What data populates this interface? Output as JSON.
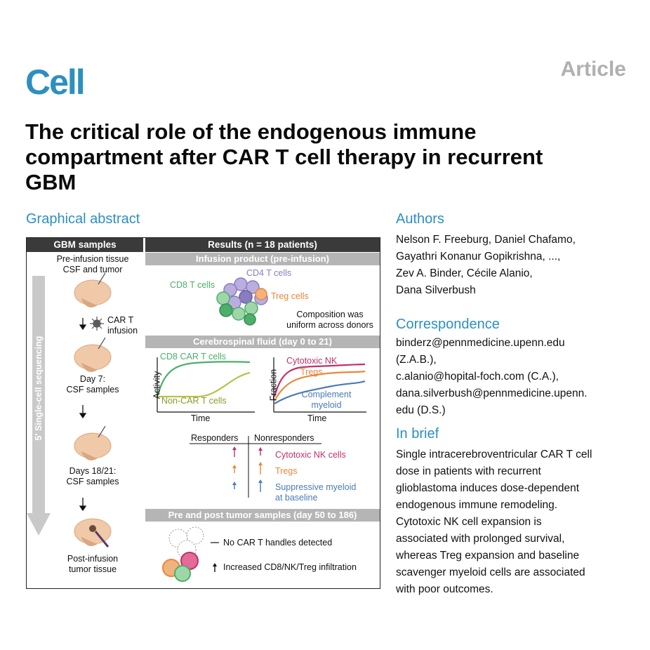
{
  "header": {
    "journal": "Cell",
    "article_type": "Article",
    "title": "The critical role of the endogenous immune compartment after CAR T cell therapy in recurrent GBM"
  },
  "graphical_abstract": {
    "heading": "Graphical abstract",
    "left_header": "GBM samples",
    "right_header": "Results (n = 18 patients)",
    "sidebar_label": "5' Single-cell sequencing",
    "steps": {
      "pre_line1": "Pre-infusion tissue",
      "pre_line2": "CSF and tumor",
      "car_line1": "CAR T",
      "car_line2": "infusion",
      "day7_line1": "Day 7:",
      "day7_line2": "CSF samples",
      "day18_line1": "Days 18/21:",
      "day18_line2": "CSF samples",
      "post_line1": "Post-infusion",
      "post_line2": "tumor tissue"
    },
    "infusion": {
      "header": "Infusion product (pre-infusion)",
      "cd4": "CD4 T cells",
      "cd8": "CD8 T cells",
      "treg": "Treg cells",
      "note_line1": "Composition was",
      "note_line2": "uniform across donors"
    },
    "csf": {
      "header": "Cerebrospinal fluid (day 0 to 21)",
      "left_plot": {
        "ylabel": "Activity",
        "xlabel": "Time",
        "series_top": "CD8 CAR T cells",
        "series_bottom": "Non-CAR T cells"
      },
      "right_plot": {
        "ylabel": "Fraction",
        "xlabel": "Time",
        "series_1": "Cytotoxic NK",
        "series_2": "Tregs",
        "series_3_line1": "Complement",
        "series_3_line2": "myeloid"
      },
      "table": {
        "col1": "Responders",
        "col2": "Nonresponders",
        "row1": "Cytotoxic NK cells",
        "row2": "Tregs",
        "row3_line1": "Suppressive myeloid",
        "row3_line2": "at baseline"
      }
    },
    "tumor": {
      "header": "Pre and post tumor samples (day 50 to 186)",
      "legend1": "No CAR T handles detected",
      "legend2": "Increased CD8/NK/Treg infiltration"
    },
    "colors": {
      "accent": "#2c8fbf",
      "cd8": "#4caf6a",
      "cd4": "#8a7cc0",
      "treg": "#e8873a",
      "nk": "#c0306a",
      "myeloid": "#4a7ab8",
      "noncar": "#b8c24a"
    }
  },
  "authors": {
    "heading": "Authors",
    "line1": "Nelson F. Freeburg, Daniel Chafamo,",
    "line2": "Gayathri Konanur Gopikrishna, ...,",
    "line3": "Zev A. Binder, Cécile Alanio,",
    "line4": "Dana Silverbush"
  },
  "correspondence": {
    "heading": "Correspondence",
    "line1": "binderz@pennmedicine.upenn.edu",
    "line2": "(Z.A.B.),",
    "line3": "c.alanio@hopital-foch.com (C.A.),",
    "line4": "dana.silverbush@pennmedicine.upenn.",
    "line5": "edu (D.S.)"
  },
  "in_brief": {
    "heading": "In brief",
    "lines": [
      "Single intracerebroventricular CAR T cell",
      "dose in patients with recurrent",
      "glioblastoma induces dose-dependent",
      "endogenous immune remodeling.",
      "Cytotoxic NK cell expansion is",
      "associated with prolonged survival,",
      "whereas Treg expansion and baseline",
      "scavenger myeloid cells are associated",
      "with poor outcomes."
    ]
  }
}
